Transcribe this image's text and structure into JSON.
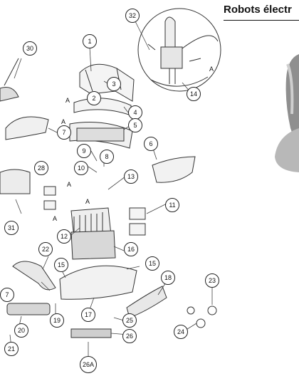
{
  "title": "Robots électr",
  "callouts": [
    {
      "id": "c1",
      "label": "1"
    },
    {
      "id": "c2",
      "label": "2"
    },
    {
      "id": "c3",
      "label": "3"
    },
    {
      "id": "c4",
      "label": "4"
    },
    {
      "id": "c5",
      "label": "5"
    },
    {
      "id": "c6",
      "label": "6"
    },
    {
      "id": "c7a",
      "label": "7"
    },
    {
      "id": "c7b",
      "label": "7"
    },
    {
      "id": "c8",
      "label": "8"
    },
    {
      "id": "c9",
      "label": "9"
    },
    {
      "id": "c10",
      "label": "10"
    },
    {
      "id": "c11",
      "label": "11"
    },
    {
      "id": "c12",
      "label": "12"
    },
    {
      "id": "c13",
      "label": "13"
    },
    {
      "id": "c14",
      "label": "14"
    },
    {
      "id": "c15a",
      "label": "15"
    },
    {
      "id": "c15b",
      "label": "15"
    },
    {
      "id": "c16",
      "label": "16"
    },
    {
      "id": "c17",
      "label": "17"
    },
    {
      "id": "c18",
      "label": "18"
    },
    {
      "id": "c19",
      "label": "19"
    },
    {
      "id": "c20",
      "label": "20"
    },
    {
      "id": "c21",
      "label": "21"
    },
    {
      "id": "c22",
      "label": "22"
    },
    {
      "id": "c23",
      "label": "23"
    },
    {
      "id": "c24",
      "label": "24"
    },
    {
      "id": "c25",
      "label": "25"
    },
    {
      "id": "c26",
      "label": "26"
    },
    {
      "id": "c26a",
      "label": "26A"
    },
    {
      "id": "c28",
      "label": "28"
    },
    {
      "id": "c30",
      "label": "30"
    },
    {
      "id": "c31",
      "label": "31"
    },
    {
      "id": "c32",
      "label": "32"
    }
  ],
  "refs": [
    {
      "id": "r1",
      "label": "A"
    },
    {
      "id": "r2",
      "label": "A"
    },
    {
      "id": "r3",
      "label": "A"
    },
    {
      "id": "r4",
      "label": "A"
    },
    {
      "id": "r5",
      "label": "A"
    },
    {
      "id": "r6",
      "label": "A"
    }
  ]
}
